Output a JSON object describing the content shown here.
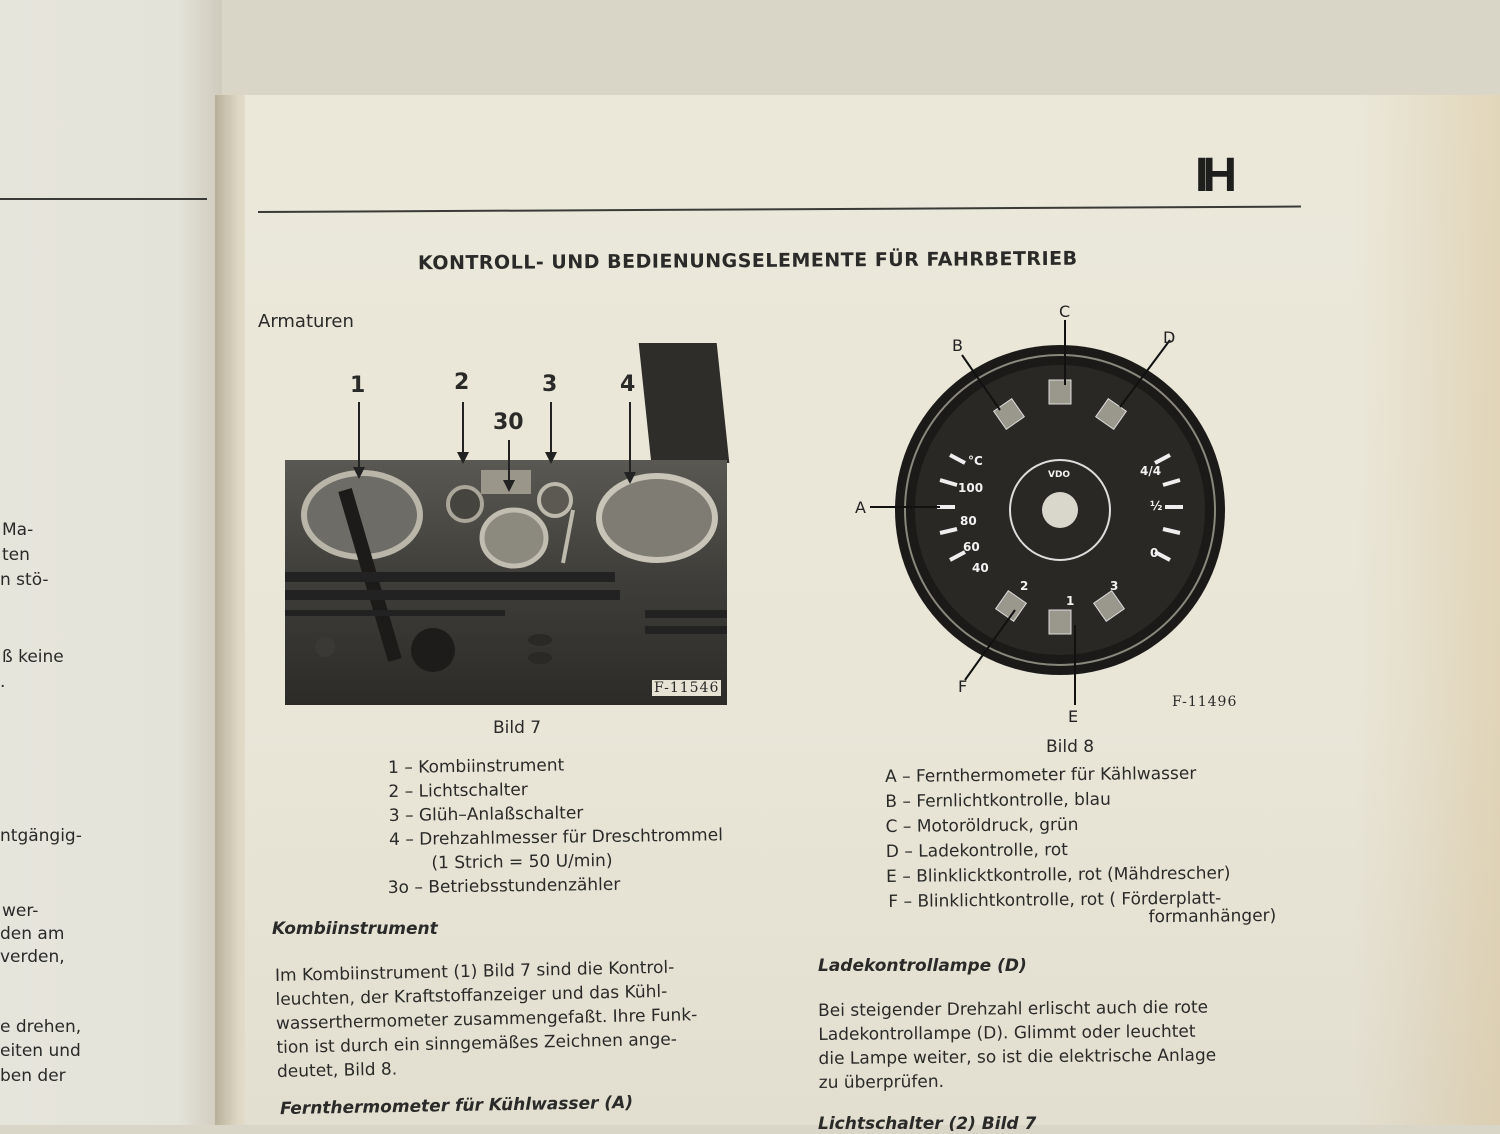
{
  "left_page": {
    "fragments": [
      "Ma-",
      "ten",
      "n stö-",
      "ß keine",
      ".",
      "ntgängig-",
      "wer-",
      "den am",
      "verden,",
      "e drehen,",
      "eiten und",
      "ben der"
    ]
  },
  "header": {
    "logo_text": "IH",
    "title": "KONTROLL- UND BEDIENUNGSELEMENTE FÜR FAHRBETRIEB"
  },
  "section_heading": "Armaturen",
  "figure7": {
    "callouts": [
      "1",
      "2",
      "30",
      "3",
      "4"
    ],
    "code": "F-11546",
    "caption": "Bild 7",
    "legend": [
      "1 – Kombiinstrument",
      "2 – Lichtschalter",
      "3 – Glüh–Anlaßschalter",
      "4 – Drehzahlmesser für Dreschtrommel",
      "(1 Strich = 50 U/min)",
      "3o – Betriebsstundenzähler"
    ]
  },
  "figure8": {
    "callouts": [
      "A",
      "B",
      "C",
      "D",
      "E",
      "F"
    ],
    "dial_labels": [
      "°C",
      "100",
      "80",
      "60",
      "40",
      "4/4",
      "½",
      "0",
      "VDO",
      "1",
      "2",
      "3"
    ],
    "code": "F-11496",
    "caption": "Bild 8",
    "legend": [
      "A – Fernthermometer für Kählwasser",
      "B – Fernlichtkontrolle, blau",
      "C – Motoröldruck, grün",
      "D – Ladekontrolle, rot",
      "E – Blinklicktkontrolle, rot (Mähdrescher)",
      "F – Blinklichtkontrolle, rot ( Förderplatt-",
      "formanhänger)"
    ]
  },
  "kombi": {
    "heading": "Kombiinstrument",
    "lines": [
      "Im Kombiinstrument (1) Bild 7 sind die Kontrol-",
      "leuchten, der Kraftstoffanzeiger und das Kühl-",
      "wasserthermometer zusammengefaßt. Ihre Funk-",
      "tion ist durch ein sinngemäßes Zeichnen ange-",
      "deutet, Bild 8."
    ],
    "next_heading": "Fernthermometer für Kühlwasser (A)"
  },
  "lade": {
    "heading": "Ladekontrollampe (D)",
    "lines": [
      "Bei steigender Drehzahl erlischt auch die rote",
      "Ladekontrollampe (D). Glimmt oder leuchtet",
      "die Lampe weiter, so ist die elektrische Anlage",
      "zu überprüfen."
    ],
    "next_heading": "Lichtschalter (2) Bild 7"
  }
}
